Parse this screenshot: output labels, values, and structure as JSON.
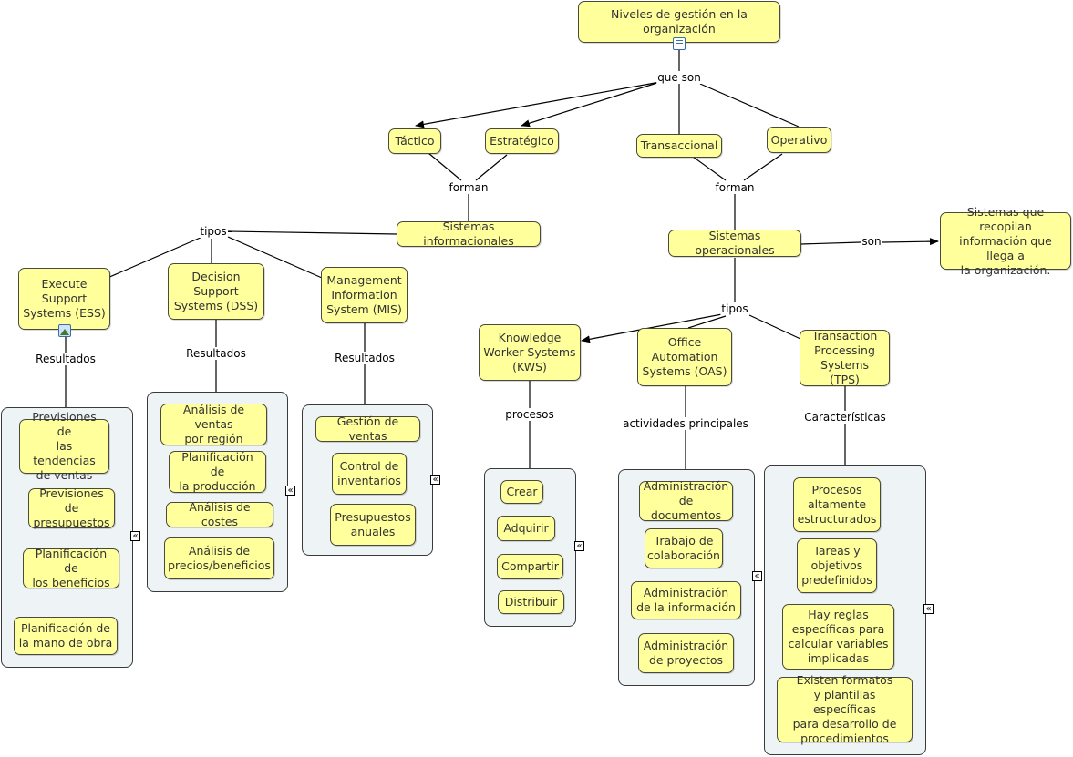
{
  "nodes": {
    "root": "Niveles de gestión en la organización",
    "tactico": "Táctico",
    "estrategico": "Estratégico",
    "transaccional": "Transaccional",
    "operativo": "Operativo",
    "sis_info": "Sistemas informacionales",
    "sis_oper": "Sistemas operacionales",
    "recopilan": "Sistemas que recopilan\ninformación que llega a\nla organización.",
    "ess": "Execute\nSupport\nSystems (ESS)",
    "dss": "Decision\nSupport\nSystems (DSS)",
    "mis": "Management\nInformation\nSystem (MIS)",
    "kws": "Knowledge\nWorker Systems\n(KWS)",
    "oas": "Office\nAutomation\nSystems (OAS)",
    "tps": "Transaction\nProcessing\nSystems (TPS)"
  },
  "links": {
    "que_son": "que son",
    "forman_left": "forman",
    "forman_right": "forman",
    "tipos_left": "tipos",
    "tipos_right": "tipos",
    "son": "son",
    "resultados_ess": "Resultados",
    "resultados_dss": "Resultados",
    "resultados_mis": "Resultados",
    "procesos": "procesos",
    "actividades": "actividades principales",
    "caracteristicas": "Características"
  },
  "groups": {
    "ess": [
      "Previsiones de\nlas tendencias\nde ventas",
      "Previsiones de\npresupuestos",
      "Planificación de\nlos beneficios",
      "Planificación de\nla mano de obra"
    ],
    "dss": [
      "Análisis de ventas\npor región",
      "Planificación de\nla producción",
      "Análisis de costes",
      "Análisis de\nprecios/beneficios"
    ],
    "mis": [
      "Gestión de ventas",
      "Control de\ninventarios",
      "Presupuestos\nanuales"
    ],
    "kws": [
      "Crear",
      "Adquirir",
      "Compartir",
      "Distribuir"
    ],
    "oas": [
      "Administración\nde documentos",
      "Trabajo de\ncolaboración",
      "Administración\nde la información",
      "Administración\nde proyectos"
    ],
    "tps": [
      "Procesos\naltamente\nestructurados",
      "Tareas y\nobjetivos\npredefinidos",
      "Hay reglas\nespecíficas para\ncalcular variables\nimplicadas",
      "Existen formatos\ny plantillas específicas\npara desarrollo de\nprocedimientos"
    ]
  },
  "collapse_glyph": "«",
  "colors": {
    "node_fill": "#ffff9c",
    "group_fill": "#eef3f5",
    "line": "#000000"
  }
}
